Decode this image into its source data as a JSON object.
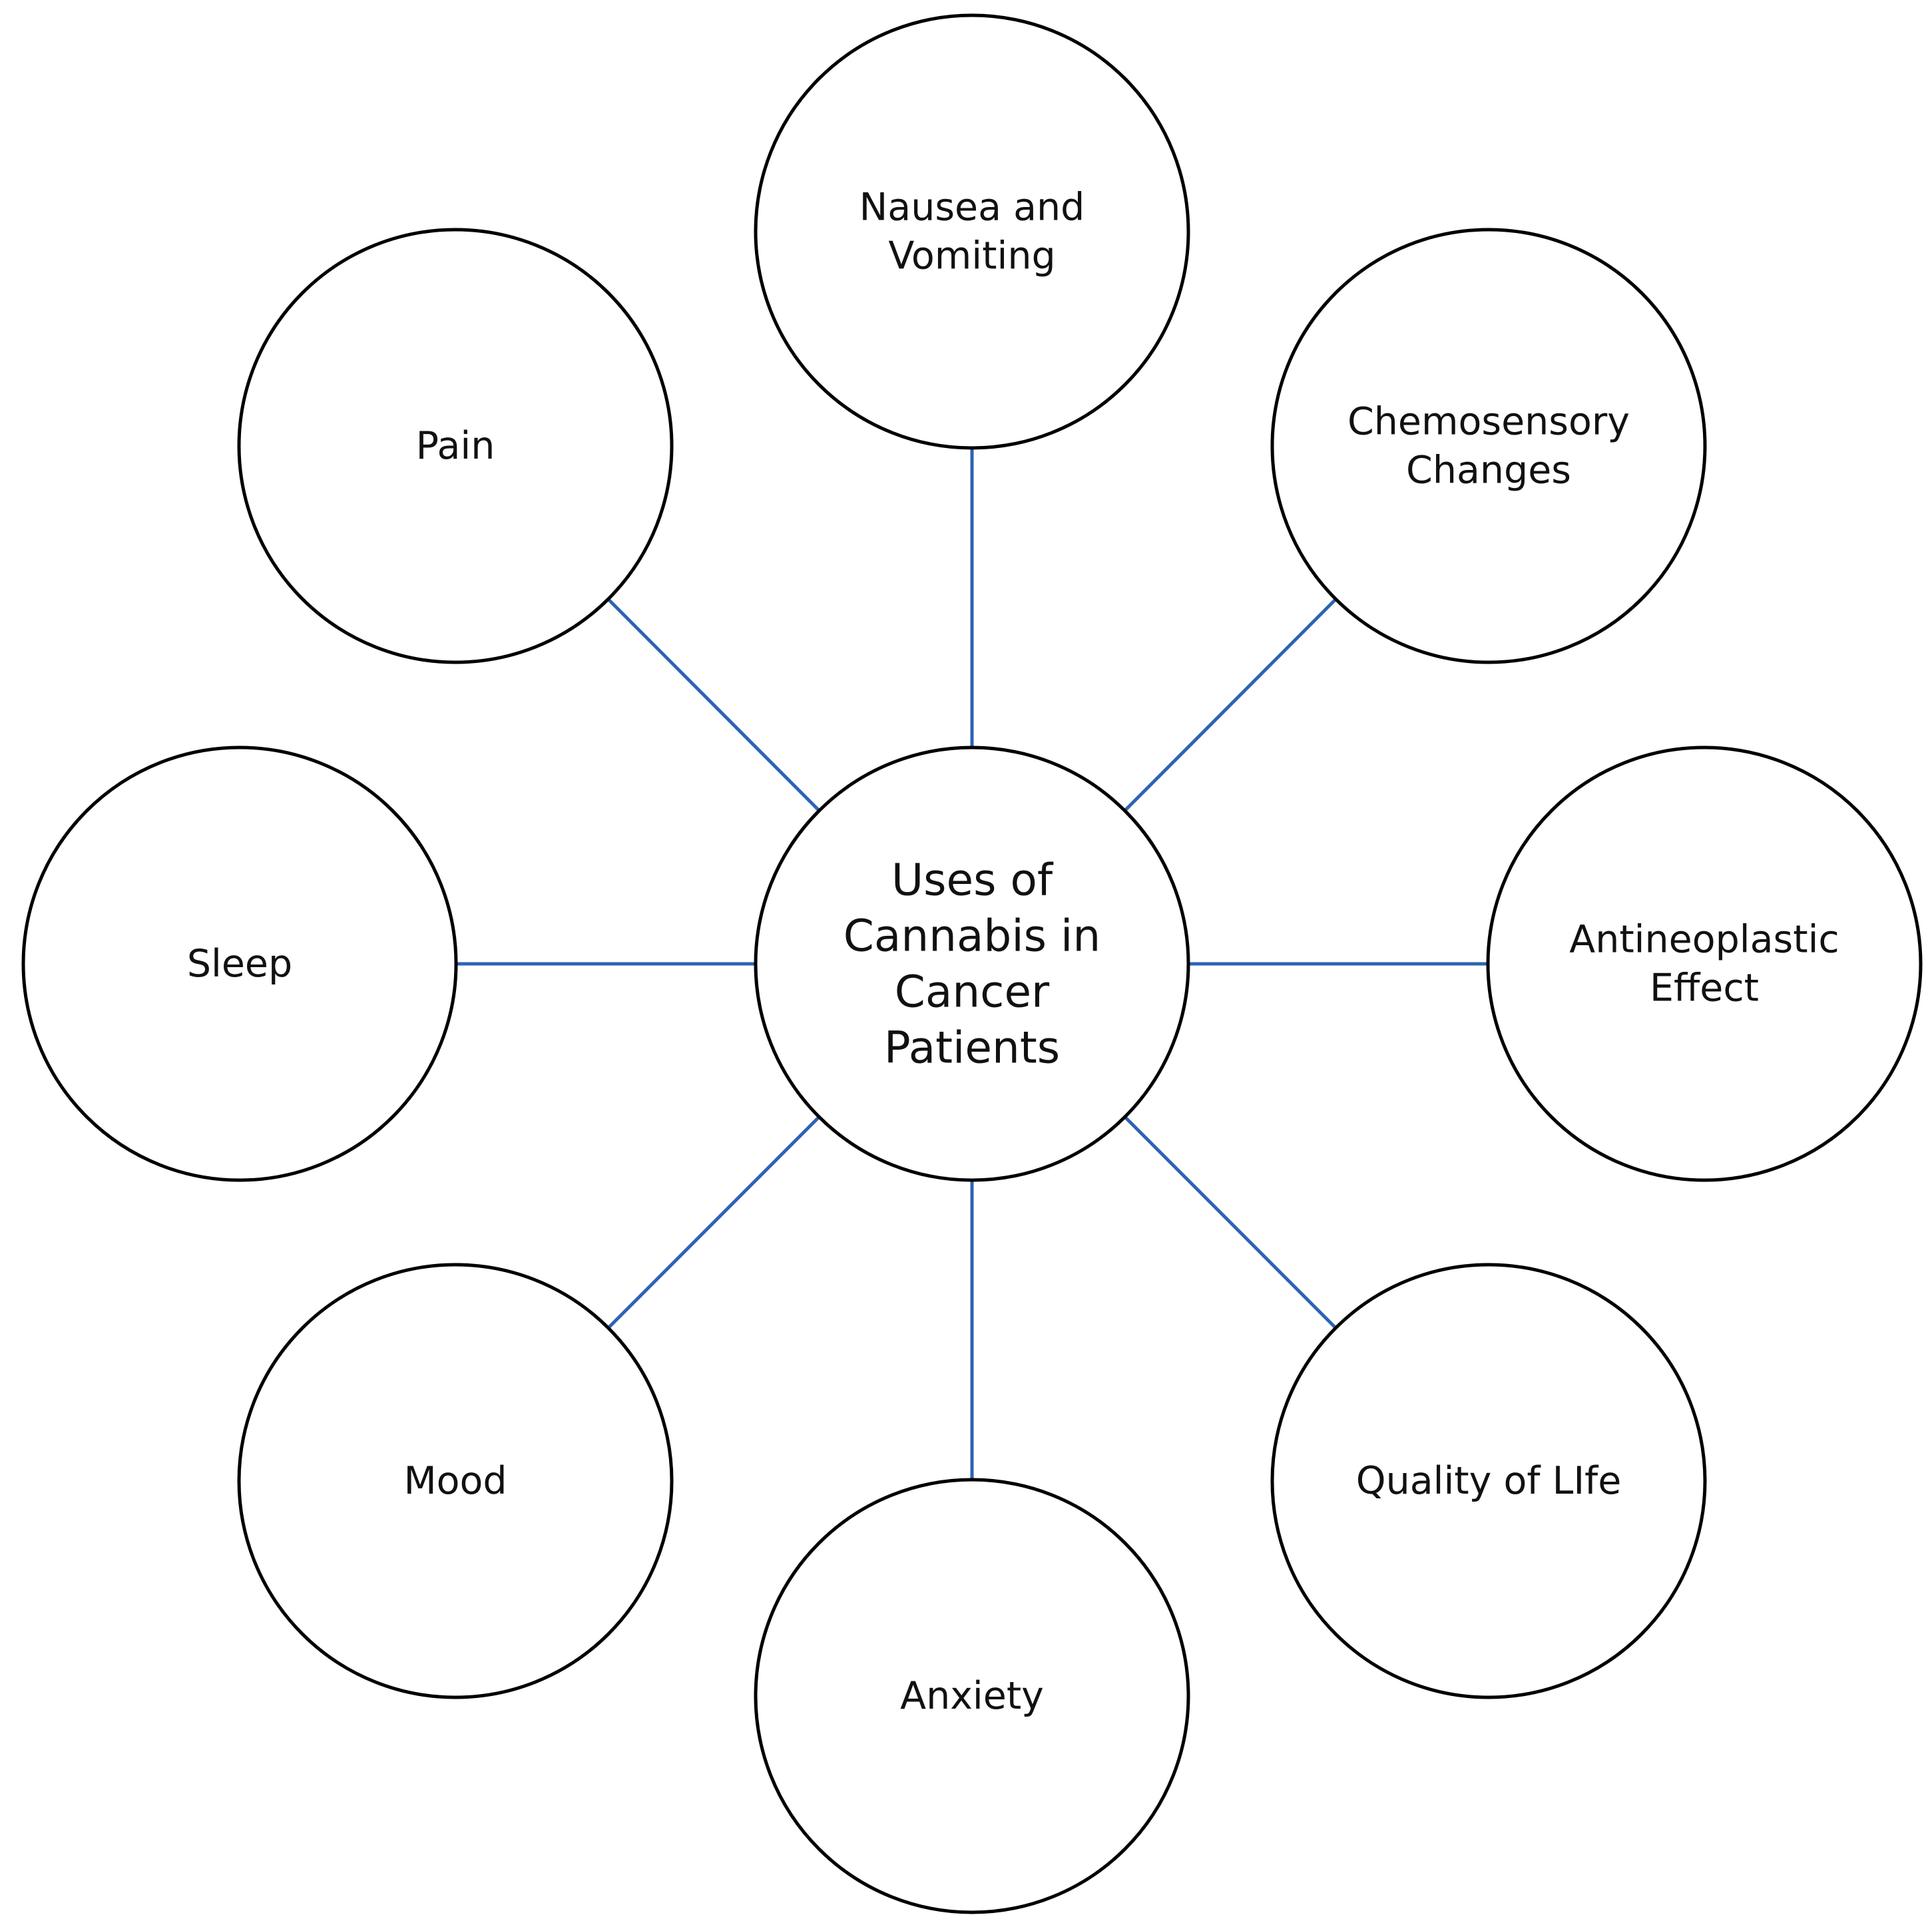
{
  "diagram": {
    "center": {
      "lines": [
        "Uses of",
        "Cannabis in",
        "Cancer",
        "Patients"
      ]
    },
    "outer_nodes": [
      {
        "id": "nausea",
        "lines": [
          "Nausea and",
          "Vomiting"
        ]
      },
      {
        "id": "chemosensory",
        "lines": [
          "Chemosensory",
          "Changes"
        ]
      },
      {
        "id": "antineoplastic",
        "lines": [
          "Antineoplastic",
          "Effect"
        ]
      },
      {
        "id": "quality",
        "lines": [
          "Quality of LIfe"
        ]
      },
      {
        "id": "anxiety",
        "lines": [
          "Anxiety"
        ]
      },
      {
        "id": "mood",
        "lines": [
          "Mood"
        ]
      },
      {
        "id": "sleep",
        "lines": [
          "Sleep"
        ]
      },
      {
        "id": "pain",
        "lines": [
          "Pain"
        ]
      }
    ],
    "colors": {
      "connector": "#2E63B3",
      "circle_stroke": "#000000",
      "circle_fill": "#ffffff",
      "text": "#111111"
    }
  }
}
